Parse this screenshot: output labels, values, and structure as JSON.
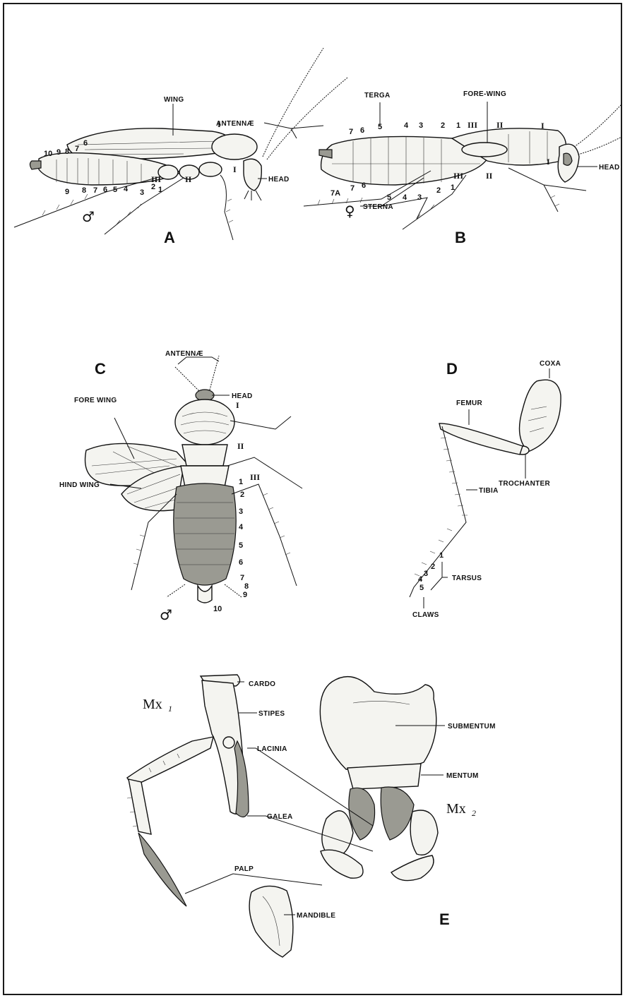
{
  "figure_a": {
    "panel_letter": "A",
    "labels": {
      "wing": "WING",
      "antennae": "ANTENNÆ",
      "head": "HEAD"
    },
    "tergite_numbers": [
      "10",
      "9",
      "8",
      "7",
      "6"
    ],
    "sternite_numbers": [
      "9",
      "8",
      "7",
      "6",
      "5",
      "4",
      "3",
      "2",
      "1"
    ],
    "thorax_numerals": [
      "I",
      "I",
      "III",
      "II"
    ],
    "sex_symbol": "♂"
  },
  "figure_b": {
    "panel_letter": "B",
    "labels": {
      "terga": "TERGA",
      "fore_wing": "FORE-WING",
      "head": "HEAD",
      "sterna": "STERNA"
    },
    "tergite_numbers": [
      "7",
      "6",
      "5",
      "4",
      "3",
      "2",
      "1"
    ],
    "sternite_numbers": [
      "7A",
      "7",
      "6",
      "5",
      "4",
      "3",
      "2",
      "1"
    ],
    "thorax_numerals": [
      "III",
      "II",
      "I",
      "I",
      "III",
      "II"
    ],
    "sex_symbol": "♀"
  },
  "figure_c": {
    "panel_letter": "C",
    "labels": {
      "antennae": "ANTENNÆ",
      "head": "HEAD",
      "fore_wing": "FORE WING",
      "hind_wing": "HIND WING"
    },
    "thorax_numerals": [
      "I",
      "II",
      "III"
    ],
    "segment_numbers": [
      "1",
      "2",
      "3",
      "4",
      "5",
      "6",
      "7",
      "8",
      "9",
      "10"
    ],
    "sex_symbol": "♂"
  },
  "figure_d": {
    "panel_letter": "D",
    "labels": {
      "coxa": "COXA",
      "femur": "FEMUR",
      "trochanter": "TROCHANTER",
      "tibia": "TIBIA",
      "tarsus": "TARSUS",
      "claws": "CLAWS"
    },
    "tarsus_numbers": [
      "1",
      "2",
      "3",
      "4",
      "5"
    ]
  },
  "figure_e": {
    "panel_letter": "E",
    "labels": {
      "cardo": "CARDO",
      "stipes": "STIPES",
      "lacinia": "LACINIA",
      "galea": "GALEA",
      "palp": "PALP",
      "submentum": "SUBMENTUM",
      "mentum": "MENTUM",
      "mandible": "MANDIBLE"
    },
    "mx1": {
      "base": "Mx",
      "sub": "1"
    },
    "mx2": {
      "base": "Mx",
      "sub": "2"
    }
  }
}
